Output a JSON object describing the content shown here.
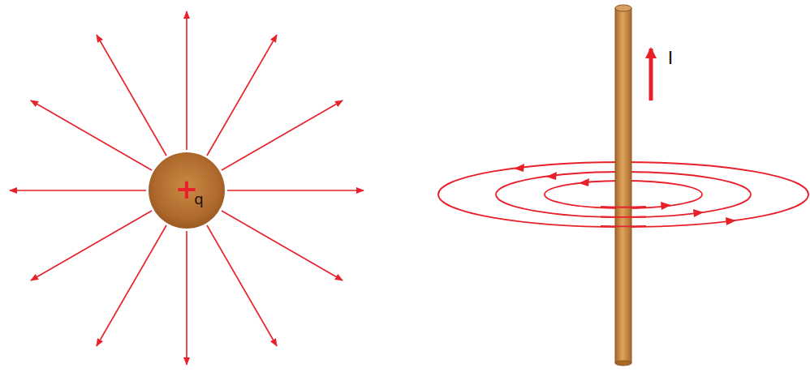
{
  "diagram": {
    "nodes": [
      {
        "text": [
          "+",
          "q"
        ]
      }
    ],
    "labels": [
      "I"
    ]
  }
}
